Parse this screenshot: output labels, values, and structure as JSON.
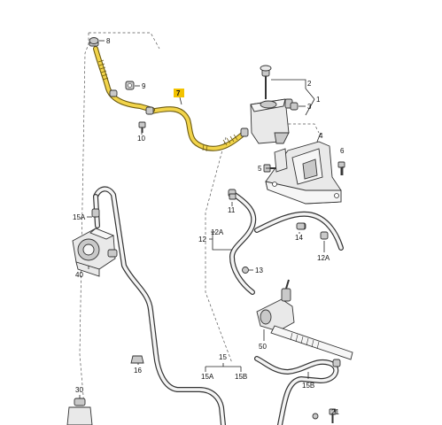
{
  "labels": {
    "l1": "1",
    "l2": "2",
    "l3": "3",
    "l4": "4",
    "l5": "5",
    "l6": "6",
    "l7": "7",
    "l8": "8",
    "l9": "9",
    "l10": "10",
    "l11": "11",
    "l12": "12",
    "l12a_left": "12A",
    "l12a_right": "12A",
    "l13": "13",
    "l14": "14",
    "l15": "15",
    "l15a_left": "15A",
    "l15a_bracket": "15A",
    "l15b_bracket": "15B",
    "l15b_right": "15B",
    "l16": "16",
    "l21": "21",
    "l30": "30",
    "l40": "40",
    "l50": "50"
  },
  "colors": {
    "highlight_fill": "#f2d44a",
    "highlight_label_marker": "#f2c200",
    "line": "#333333"
  }
}
